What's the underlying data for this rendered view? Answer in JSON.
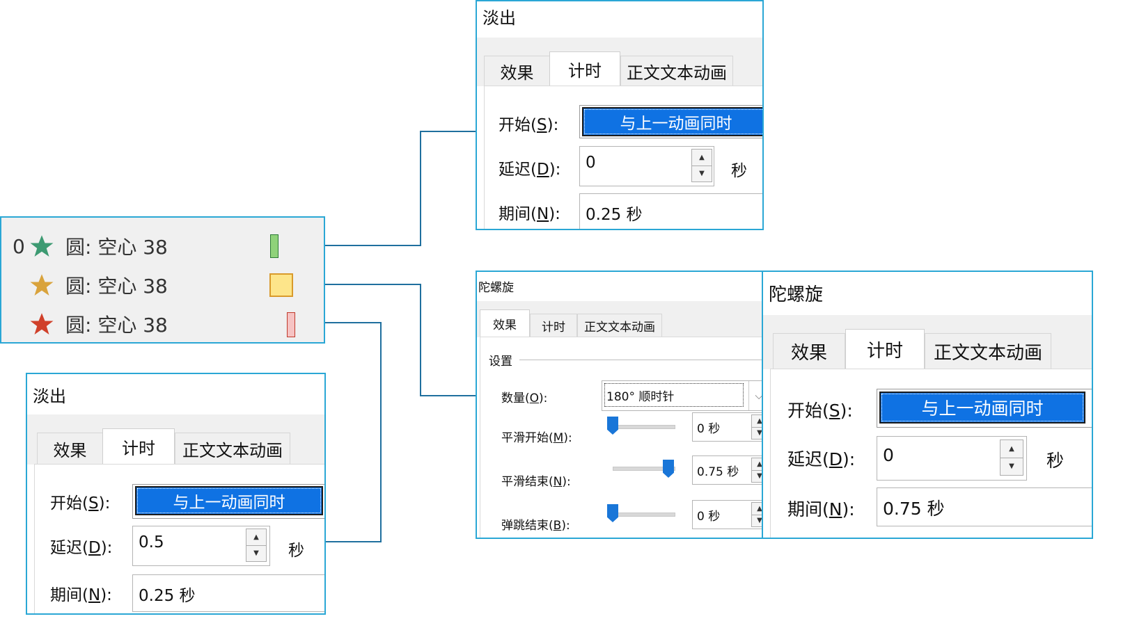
{
  "colors": {
    "accent": "#2aa7d5",
    "button_blue": "#0f72e3",
    "wire": "#1f6f9e",
    "star_green": "#3d9a72",
    "star_yellow": "#d9a33c",
    "star_red": "#d0402a"
  },
  "animation_list": {
    "rows": [
      {
        "index": "0",
        "star_icon": "green-star",
        "label": "圆: 空心 38",
        "marker_icon": "green-bar"
      },
      {
        "index": "",
        "star_icon": "yellow-star",
        "label": "圆: 空心 38",
        "marker_icon": "yellow-square"
      },
      {
        "index": "",
        "star_icon": "red-star",
        "label": "圆: 空心 38",
        "marker_icon": "red-bar"
      }
    ]
  },
  "tabs": [
    "效果",
    "计时",
    "正文文本动画"
  ],
  "fade_top": {
    "title": "淡出",
    "start_label": "开始(",
    "start_key": "S",
    "start_tail": "):",
    "start_value": "与上一动画同时",
    "delay_label": "延迟(",
    "delay_key": "D",
    "delay_tail": "):",
    "delay_value": "0",
    "delay_unit": "秒",
    "duration_label": "期间(",
    "duration_key": "N",
    "duration_tail": "):",
    "duration_value": "0.25 秒"
  },
  "fade_bottom": {
    "title": "淡出",
    "start_label": "开始(",
    "start_key": "S",
    "start_tail": "):",
    "start_value": "与上一动画同时",
    "delay_label": "延迟(",
    "delay_key": "D",
    "delay_tail": "):",
    "delay_value": "0.5",
    "delay_unit": "秒",
    "duration_label": "期间(",
    "duration_key": "N",
    "duration_tail": "):",
    "duration_value": "0.25 秒"
  },
  "spin_effect": {
    "title": "陀螺旋",
    "settings_label": "设置",
    "amount_label": "数量(",
    "amount_key": "O",
    "amount_tail": "):",
    "amount_value": "180° 顺时针",
    "smooth_start_label": "平滑开始(",
    "smooth_start_key": "M",
    "smooth_start_tail": "):",
    "smooth_start_value": "0 秒",
    "smooth_start_level": 0,
    "smooth_end_label": "平滑结束(",
    "smooth_end_key": "N",
    "smooth_end_tail": "):",
    "smooth_end_value": "0.75 秒",
    "smooth_end_level": 1,
    "bounce_end_label": "弹跳结束(",
    "bounce_end_key": "B",
    "bounce_end_tail": "):",
    "bounce_end_value": "0 秒",
    "bounce_end_level": 0
  },
  "spin_timing": {
    "title": "陀螺旋",
    "start_label": "开始(",
    "start_key": "S",
    "start_tail": "):",
    "start_value": "与上一动画同时",
    "delay_label": "延迟(",
    "delay_key": "D",
    "delay_tail": "):",
    "delay_value": "0",
    "delay_unit": "秒",
    "duration_label": "期间(",
    "duration_key": "N",
    "duration_tail": "):",
    "duration_value": "0.75 秒"
  }
}
